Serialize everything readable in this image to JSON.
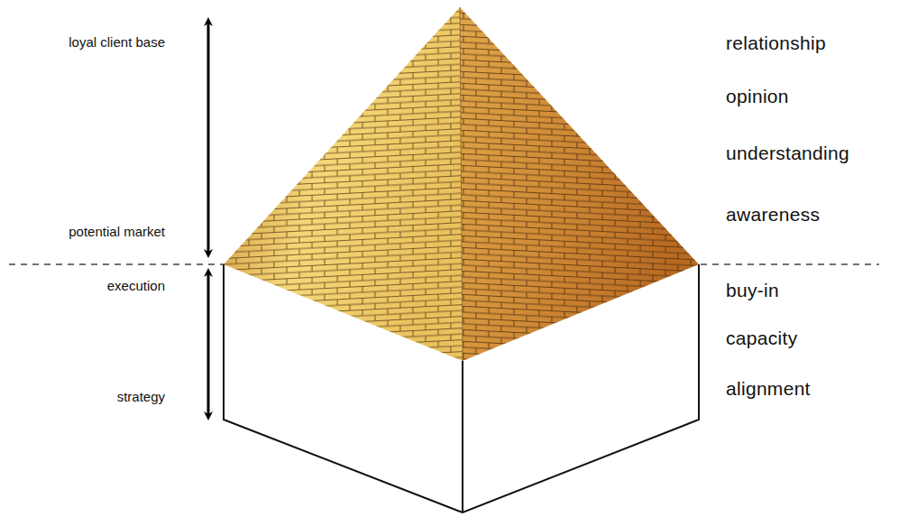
{
  "diagram": {
    "labels": [
      "loyal client base",
      "potential market",
      "execution",
      "strategy",
      "relationship",
      "opinion",
      "understanding",
      "awareness",
      "buy-in",
      "capacity",
      "alignment"
    ]
  }
}
